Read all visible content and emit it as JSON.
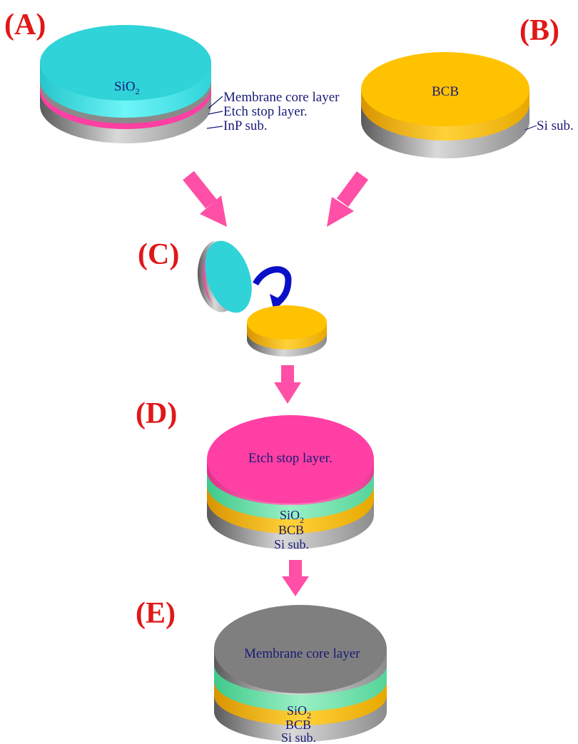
{
  "panels": {
    "a": {
      "label": "(A)",
      "top_text": "SiO",
      "top_sub": "2",
      "callouts": [
        "Membrane core layer",
        "Etch stop layer.",
        "InP sub."
      ]
    },
    "b": {
      "label": "(B)",
      "top_text": "BCB",
      "callout": "Si sub."
    },
    "c": {
      "label": "(C)"
    },
    "d": {
      "label": "(D)",
      "top_text": "Etch stop layer.",
      "layers": {
        "l1": "SiO",
        "l1_sub": "2",
        "l2": "BCB",
        "l3": "Si sub."
      }
    },
    "e": {
      "label": "(E)",
      "top_text": "Membrane core layer",
      "layers": {
        "l1": "SiO",
        "l1_sub": "2",
        "l2": "BCB",
        "l3": "Si sub."
      }
    }
  },
  "colors": {
    "sio2_top": "#2fd3d8",
    "sio2_side": "#4aeef2",
    "bcb": "#ffc200",
    "etch_stop": "#ff3fa3",
    "membrane_top": "#7f7f7f",
    "sio2_layer": "#6ee3a8",
    "si_sub": "#a8a8a8",
    "arrow": "#ff4fa6",
    "flip_arrow": "#0a10c8",
    "label_red": "#e01818",
    "text_navy": "#1a1a7a"
  }
}
